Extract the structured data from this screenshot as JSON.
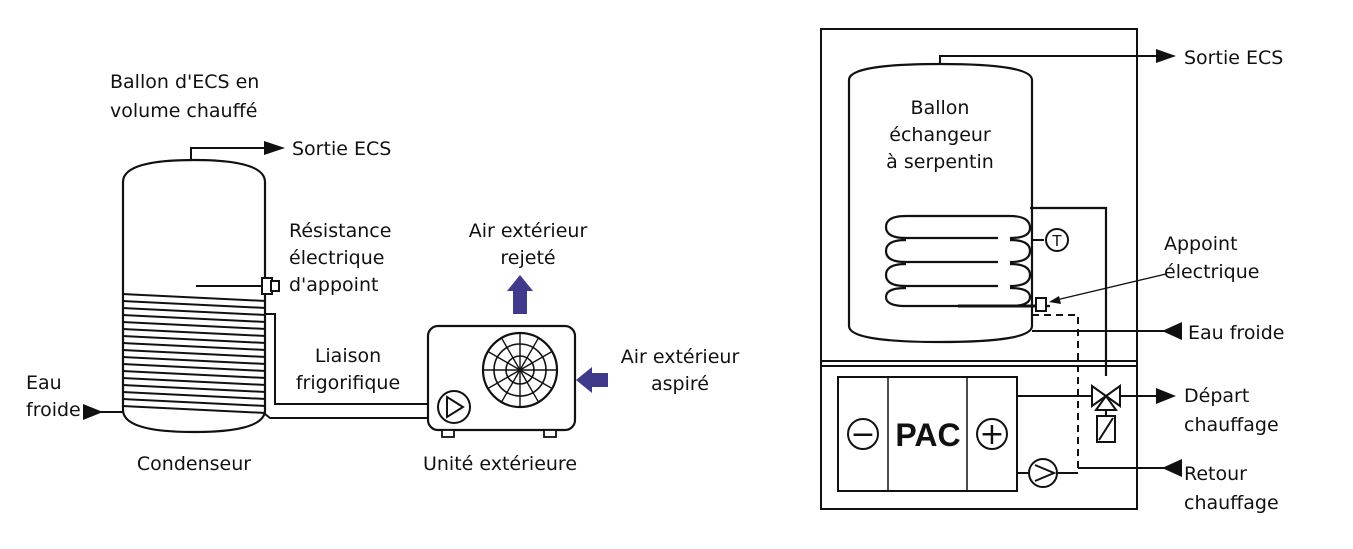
{
  "left": {
    "tank_label_line1": "Ballon d'ECS en",
    "tank_label_line2": "volume chauffé",
    "outlet": "Sortie ECS",
    "resistance_line1": "Résistance",
    "resistance_line2": "électrique",
    "resistance_line3": "d'appoint",
    "exhaust_line1": "Air extérieur",
    "exhaust_line2": "rejeté",
    "intake_line1": "Air extérieur",
    "intake_line2": "aspiré",
    "link_line1": "Liaison",
    "link_line2": "frigorifique",
    "inlet_line1": "Eau",
    "inlet_line2": "froide",
    "condenser": "Condenseur",
    "outdoor_unit": "Unité extérieure"
  },
  "right": {
    "outlet": "Sortie ECS",
    "tank_line1": "Ballon",
    "tank_line2": "échangeur",
    "tank_line3": "à serpentin",
    "sensor_symbol": "T",
    "backup_line1": "Appoint",
    "backup_line2": "électrique",
    "cold_water": "Eau froide",
    "flow_line1": "Départ",
    "flow_line2": "chauffage",
    "return_line1": "Retour",
    "return_line2": "chauffage",
    "pac": "PAC",
    "minus": "−",
    "plus": "+"
  },
  "colors": {
    "line": "#111111",
    "air_arrow": "#3f3a8c",
    "background": "#ffffff"
  }
}
